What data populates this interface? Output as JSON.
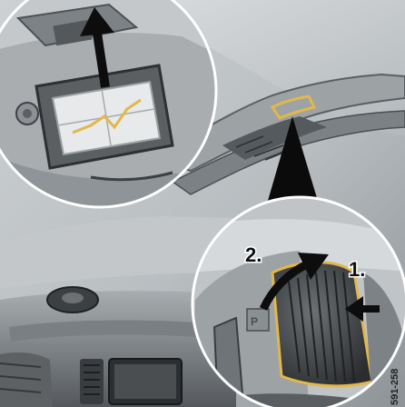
{
  "illustration": {
    "step_labels": [
      "1.",
      "2."
    ],
    "figure_code": "591-258",
    "colors": {
      "highlight": "#e2b74b",
      "arrow": "#0d0d0d",
      "plastic": "#c8ccce",
      "dark_plastic": "#3a3d40"
    }
  }
}
